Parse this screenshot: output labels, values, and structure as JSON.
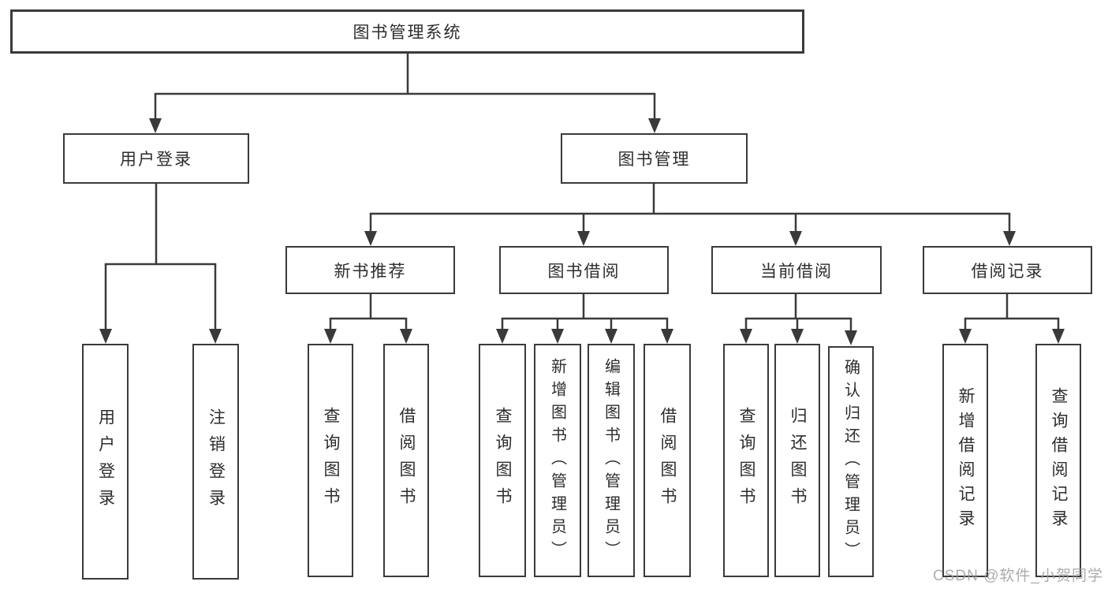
{
  "nodes": {
    "root": "图书管理系统",
    "user_login": "用户登录",
    "book_management": "图书管理",
    "new_book_recommend": "新书推荐",
    "book_borrowing": "图书借阅",
    "current_borrowing": "当前借阅",
    "borrowing_records": "借阅记录",
    "leaf_user_login": "用户登录",
    "leaf_logout_login": "注销登录",
    "leaf_nb_query_books": "查询图书",
    "leaf_nb_borrow_books": "借阅图书",
    "leaf_bb_query_books": "查询图书",
    "leaf_bb_add_books_admin": "新增图书（管理员）",
    "leaf_bb_edit_books_admin": "编辑图书（管理员）",
    "leaf_bb_borrow_books": "借阅图书",
    "leaf_cb_query_books": "查询图书",
    "leaf_cb_return_books": "归还图书",
    "leaf_cb_confirm_return_admin": "确认归还（管理员）",
    "leaf_br_add_record": "新增借阅记录",
    "leaf_br_query_record": "查询借阅记录"
  },
  "watermark": "CSDN @软件_小贺同学",
  "colors": {
    "line": "#3a3a3a",
    "border": "#3a3a3a",
    "text": "#2d2d2d",
    "watermark": "#9e9e9e",
    "background": "#ffffff"
  }
}
